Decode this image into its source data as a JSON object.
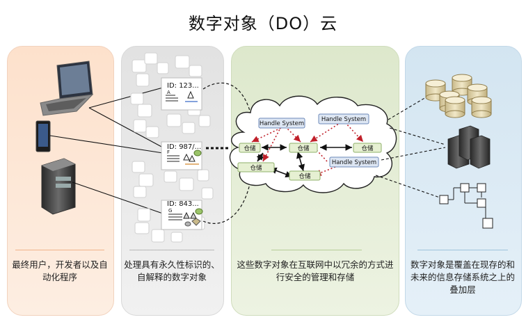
{
  "title": "数字对象（DO）云",
  "panels": {
    "users": {
      "caption": "最终用户，开发者以及自动化程序"
    },
    "objects": {
      "caption": "处理具有永久性标识的、自解释的数字对象",
      "ids": [
        "ID: 123...",
        "ID: 987/...",
        "ID: 843..."
      ],
      "glyphs": [
        "A",
        "F",
        "G"
      ]
    },
    "cloud": {
      "caption": "这些数字对象在互联网中以冗余的方式进行安全的管理和存储",
      "handle_label": "Handle System",
      "repo_label": "仓储"
    },
    "storage": {
      "caption": "数字对象是覆盖在现存的和未来的信息存储系统之上的叠加层"
    }
  },
  "colors": {
    "users_bg": "#fde1cc",
    "objects_bg": "#e2e2e2",
    "cloud_bg": "#dde8cc",
    "storage_bg": "#d3e5f1",
    "handle_box": "#dde6f3",
    "repo_box": "#e6f0d2",
    "red_arrow": "#c0202a"
  }
}
